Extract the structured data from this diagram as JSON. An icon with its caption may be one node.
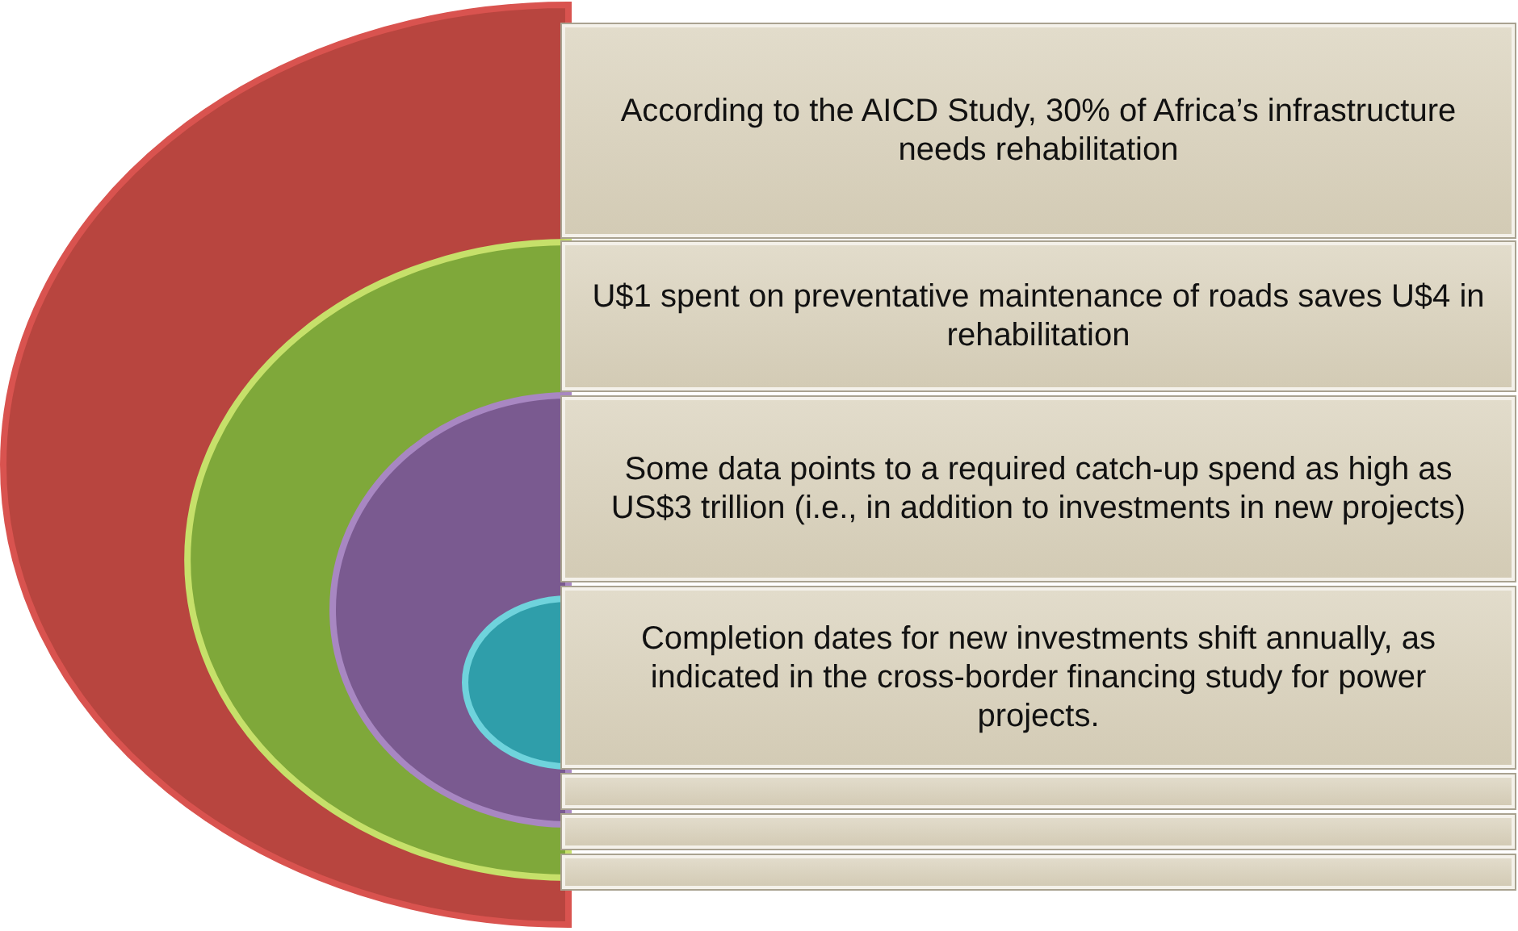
{
  "diagram": {
    "nodes": [
      {
        "text": [
          "According to the AICD Study, 30% of Africa’s infrastructure needs rehabilitation"
        ]
      },
      {
        "text": [
          "U$1 spent on preventative maintenance of roads saves U$4 in rehabilitation"
        ]
      },
      {
        "text": [
          "Some data points to a required catch-up spend as high as US$3 trillion (i.e., in addition to investments in new projects)"
        ]
      },
      {
        "text": [
          "Completion dates for new investments shift annually, as indicated in the cross-border financing study for power projects."
        ]
      },
      {
        "text": [],
        "shape": "box"
      },
      {
        "text": [],
        "shape": "box"
      },
      {
        "text": [],
        "shape": "box"
      }
    ]
  }
}
